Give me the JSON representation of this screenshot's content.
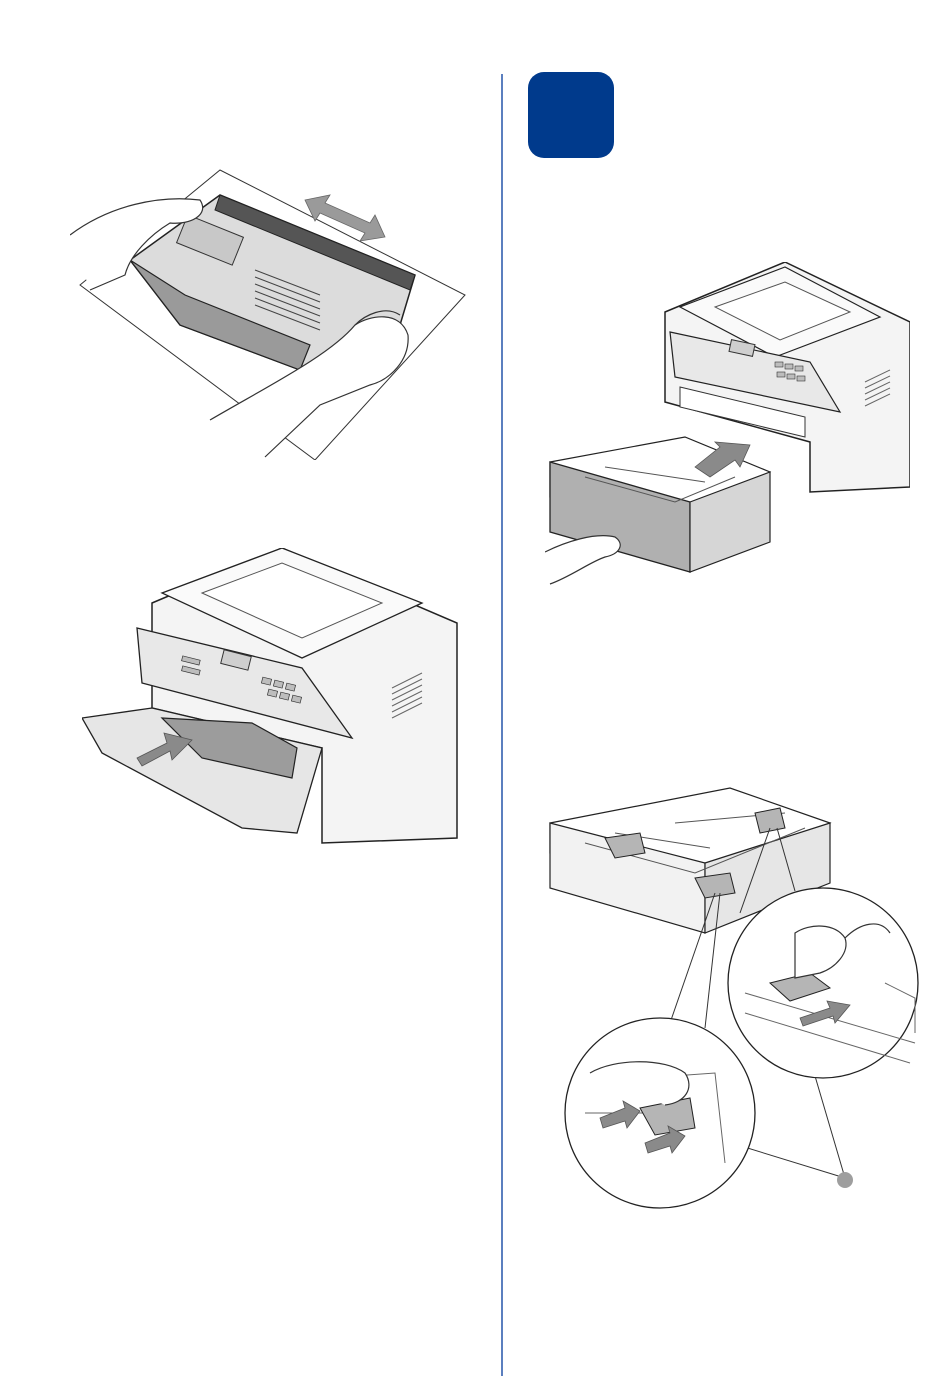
{
  "page": {
    "step_badge_color": "#003a8c",
    "divider_color": "#5b7fbf"
  },
  "illustrations": {
    "drum_shake": {
      "icon": "drum-unit-shake-illustration"
    },
    "drum_insert": {
      "icon": "drum-insert-printer-illustration"
    },
    "tray_pull": {
      "icon": "paper-tray-pull-out-illustration"
    },
    "guides_adjust": {
      "icon": "paper-guides-adjust-illustration"
    }
  }
}
